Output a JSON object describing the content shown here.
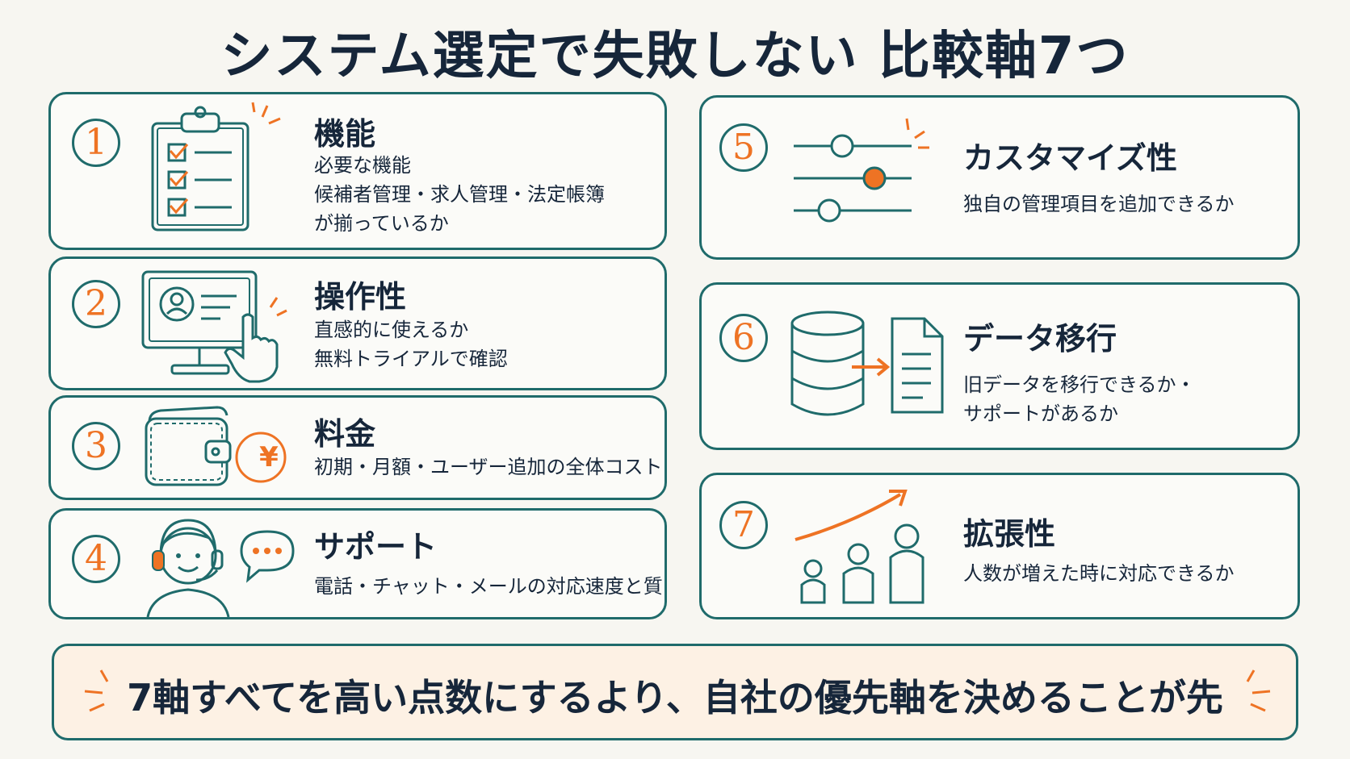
{
  "title": "システム選定で失敗しない 比較軸7つ",
  "colors": {
    "accent": "#ee7324",
    "border": "#1f6b6b",
    "text": "#16263a",
    "banner_bg": "#fdf1e4"
  },
  "items": [
    {
      "number": "1",
      "heading": "機能",
      "lines": [
        "必要な機能",
        "候補者管理・求人管理・法定帳簿",
        "が揃っているか"
      ],
      "icon": "checklist-clipboard-icon"
    },
    {
      "number": "2",
      "heading": "操作性",
      "lines": [
        "直感的に使えるか",
        "無料トライアルで確認"
      ],
      "icon": "monitor-touch-icon"
    },
    {
      "number": "3",
      "heading": "料金",
      "lines": [
        "初期・月額・ユーザー追加の全体コスト"
      ],
      "icon": "wallet-yen-icon",
      "icon_symbol": "¥"
    },
    {
      "number": "4",
      "heading": "サポート",
      "lines": [
        "電話・チャット・メールの対応速度と質"
      ],
      "icon": "support-agent-icon"
    },
    {
      "number": "5",
      "heading": "カスタマイズ性",
      "lines": [
        "独自の管理項目を追加できるか"
      ],
      "icon": "sliders-icon"
    },
    {
      "number": "6",
      "heading": "データ移行",
      "lines": [
        "旧データを移行できるか・",
        "サポートがあるか"
      ],
      "icon": "database-transfer-icon"
    },
    {
      "number": "7",
      "heading": "拡張性",
      "lines": [
        "人数が増えた時に対応できるか"
      ],
      "icon": "growth-people-icon"
    }
  ],
  "banner": "7軸すべてを高い点数にするより、自社の優先軸を決めることが先"
}
